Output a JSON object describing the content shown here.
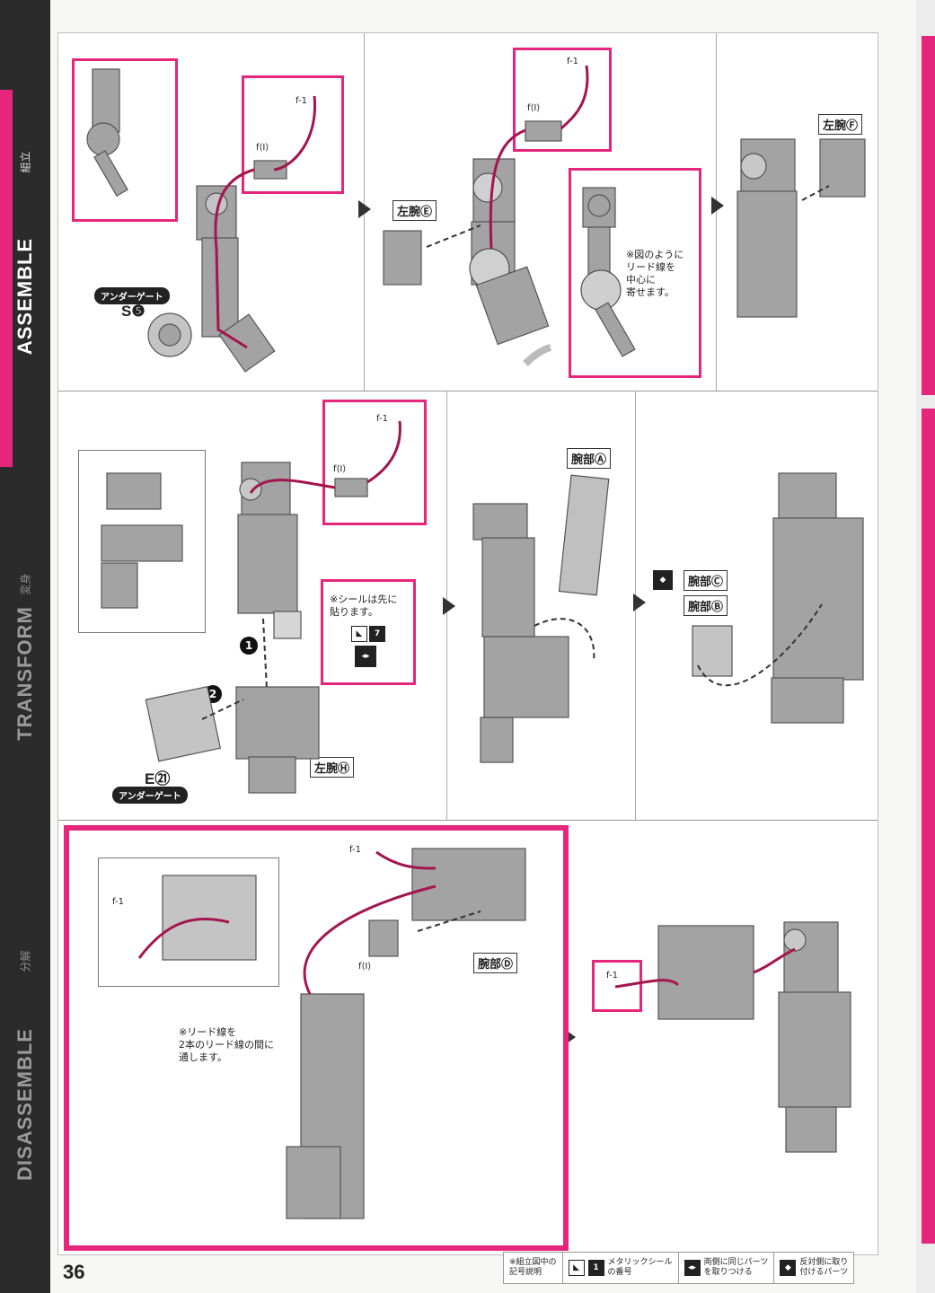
{
  "sidebar": {
    "assemble": "ASSEMBLE",
    "assemble_jp": "組立",
    "transform": "TRANSFORM",
    "transform_jp": "変身",
    "disassemble": "DISASSEMBLE",
    "disassemble_jp": "分解"
  },
  "page_number": "36",
  "panel1": {
    "cable_end": "f-1",
    "connector": "f⟨I⟩",
    "under_gate": "アンダーゲート",
    "part": "S❺"
  },
  "panel2": {
    "cable_end": "f-1",
    "connector": "f⟨I⟩",
    "part_label": "左腕Ⓔ",
    "note": "※図のように\nリード線を\n中心に\n寄せます。"
  },
  "panel3": {
    "part_label": "左腕Ⓕ"
  },
  "panel4": {
    "cable_end": "f-1",
    "connector": "f⟨I⟩",
    "sticker_note": "※シールは先に\n貼ります。",
    "sticker_no": "7",
    "step1": "1",
    "step2": "2",
    "part": "E㉑",
    "under_gate": "アンダーゲート",
    "part_label": "左腕Ⓗ"
  },
  "panel5": {
    "part_label": "腕部Ⓐ"
  },
  "panel6": {
    "label_c": "腕部Ⓒ",
    "label_b": "腕部Ⓑ"
  },
  "panel7": {
    "cable_end_detail": "f-1",
    "cable_end": "f-1",
    "connector": "f⟨I⟩",
    "part_label": "腕部Ⓓ",
    "note": "※リード線を\n2本のリード線の間に\n通します。"
  },
  "panel8": {
    "cable_end": "f-1"
  },
  "legend": {
    "title": "※組立図中の\n記号説明",
    "metal_sticker": "メタリックシール\nの番号",
    "metal_sticker_no": "1",
    "both_sides": "両側に同じパーツ\nを取りつける",
    "opposite_side": "反対側に取り\n付けるパーツ"
  },
  "colors": {
    "accent": "#e6267d",
    "sidebar": "#2b2b2b",
    "plastic": "#9a9a9a"
  }
}
